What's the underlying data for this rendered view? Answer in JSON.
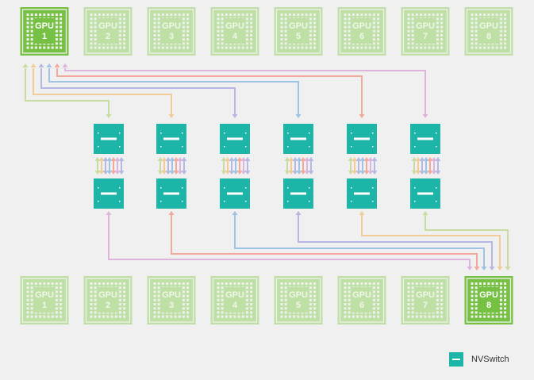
{
  "gpu_label": "GPU",
  "top_row": [
    {
      "number": "1",
      "active": true
    },
    {
      "number": "2",
      "active": false
    },
    {
      "number": "3",
      "active": false
    },
    {
      "number": "4",
      "active": false
    },
    {
      "number": "5",
      "active": false
    },
    {
      "number": "6",
      "active": false
    },
    {
      "number": "7",
      "active": false
    },
    {
      "number": "8",
      "active": false
    }
  ],
  "bottom_row": [
    {
      "number": "1",
      "active": false
    },
    {
      "number": "2",
      "active": false
    },
    {
      "number": "3",
      "active": false
    },
    {
      "number": "4",
      "active": false
    },
    {
      "number": "5",
      "active": false
    },
    {
      "number": "6",
      "active": false
    },
    {
      "number": "7",
      "active": false
    },
    {
      "number": "8",
      "active": true
    }
  ],
  "nvswitch_columns": 6,
  "legend": {
    "label": "NVSwitch"
  },
  "colors": {
    "background": "#f0f0f0",
    "gpu_active": "#76c043",
    "gpu_inactive": "#bfe0a5",
    "nvswitch": "#1db5a7",
    "link_colors": [
      "#c7dc9f",
      "#f1cd96",
      "#b6b7e2",
      "#9fc3e6",
      "#f2a99c",
      "#dfb4dc"
    ]
  }
}
